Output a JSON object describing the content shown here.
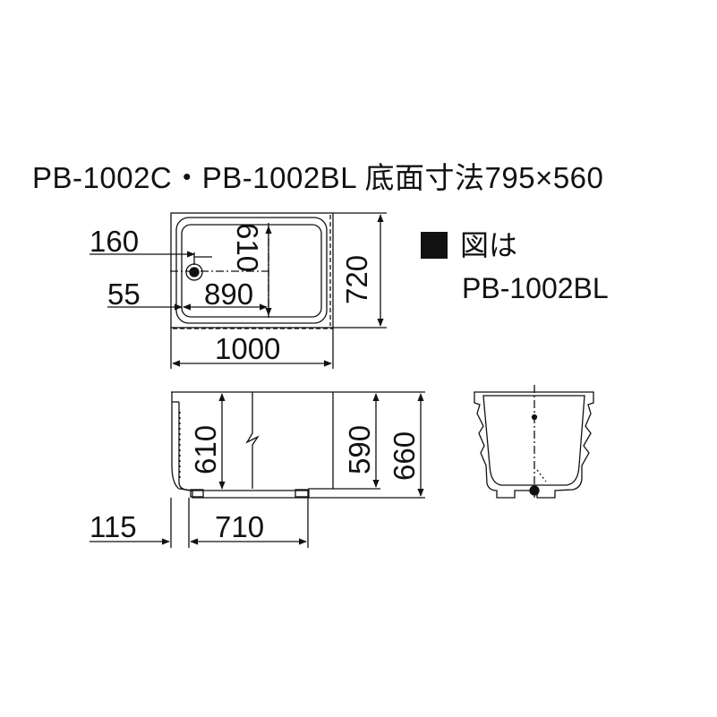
{
  "title": "PB-1002C・PB-1002BL  底面寸法795×560",
  "legend": {
    "line1": "図は",
    "line2": "PB-1002BL"
  },
  "dimensions": {
    "top_160": "160",
    "top_55": "55",
    "top_610": "610",
    "top_890": "890",
    "top_720": "720",
    "top_1000": "1000",
    "side_610": "610",
    "side_590": "590",
    "side_660": "660",
    "side_115": "115",
    "side_710": "710"
  }
}
